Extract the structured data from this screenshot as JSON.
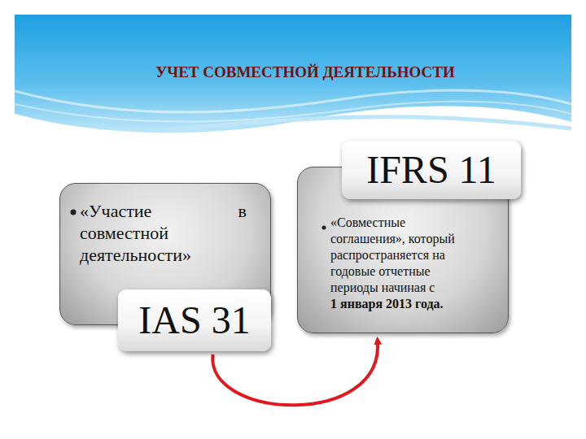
{
  "diagram": {
    "title": "УЧЕТ СОВМЕСТНОЙ ДЕЯТЕЛЬНОСТИ",
    "nodes": [
      {
        "text": [
          "«Участие в совместной деятельности»"
        ]
      },
      {
        "text": [
          "IAS 31"
        ]
      },
      {
        "text": [
          "IFRS 11"
        ]
      },
      {
        "text": [
          "«Совместные соглашения», который распространяется на годовые отчетные периоды начиная с",
          "1 января 2013 года."
        ]
      }
    ],
    "edges": [
      {
        "from": 1,
        "to": 3,
        "arrow": "to"
      }
    ]
  }
}
